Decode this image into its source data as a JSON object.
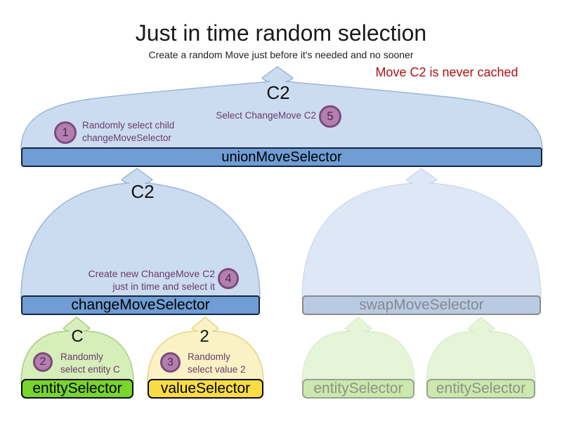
{
  "title": "Just in time random selection",
  "subtitle": "Create a random Move just before it's needed and no sooner",
  "note": "Move C2 is never cached",
  "selectors": {
    "union": {
      "label": "unionMoveSelector",
      "cache": "C2"
    },
    "change": {
      "label": "changeMoveSelector",
      "cache": "C2"
    },
    "swap": {
      "label": "swapMoveSelector"
    },
    "entity": {
      "label": "entitySelector",
      "cache": "C"
    },
    "value": {
      "label": "valueSelector",
      "cache": "2"
    },
    "entity_faded_1": {
      "label": "entitySelector"
    },
    "entity_faded_2": {
      "label": "entitySelector"
    }
  },
  "steps": [
    {
      "num": "1",
      "lines": [
        "Randomly select child",
        "changeMoveSelector"
      ]
    },
    {
      "num": "2",
      "lines": [
        "Randomly",
        "select entity C"
      ]
    },
    {
      "num": "3",
      "lines": [
        "Randomly",
        "select value 2"
      ]
    },
    {
      "num": "4",
      "lines": [
        "Create new ChangeMove C2",
        "just in time and select it"
      ]
    },
    {
      "num": "5",
      "lines": [
        "Select ChangeMove C2"
      ]
    }
  ],
  "colors": {
    "active_bar": "#6f9dd4",
    "active_funnel": "#cbdcf0",
    "faded_bar": "#b9cbe3",
    "faded_funnel": "#dde7f5",
    "entity_bar": "#79d42c",
    "entity_funnel": "#d6eeba",
    "value_bar": "#f8dc44",
    "value_funnel": "#faf2c4",
    "faded_entity_bar": "#cbe8ad",
    "faded_entity_funnel": "#e6f4d8",
    "step_circle_fill": "#b27fae",
    "step_circle_border": "#7c4b7c",
    "step_text": "#6b3a6b",
    "note_text": "#b01111"
  }
}
